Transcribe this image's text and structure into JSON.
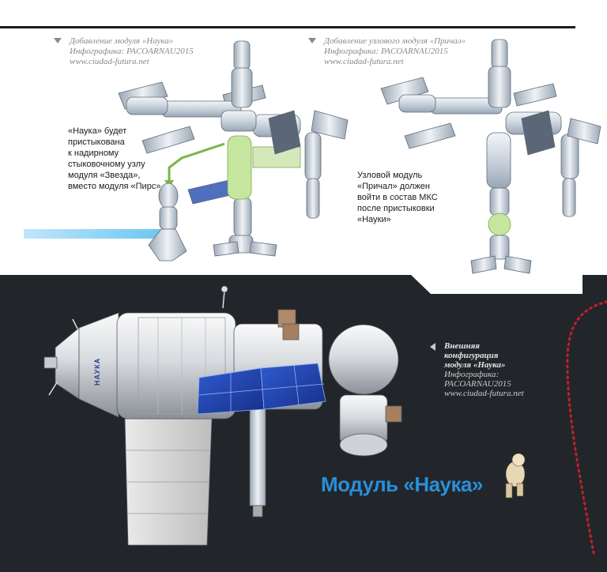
{
  "left_caption": {
    "line1": "Добавление модуля «Наука»",
    "line2": "Инфографика: PACOARNAU2015",
    "line3": "www.ciudad-futura.net"
  },
  "right_caption": {
    "line1": "Добавление узлового модуля «Причал»",
    "line2": "Инфографика: PACOARNAU2015",
    "line3": "www.ciudad-futura.net"
  },
  "nauka_note": [
    "«Наука» будет",
    "пристыкована",
    "к надирному",
    "стыковочному узлу",
    "модуля «Звезда»,",
    "вместо модуля «Пирс»"
  ],
  "prichal_note": [
    "Узловой модуль",
    "«Причал» должен",
    "войти в состав МКС",
    "после пристыковки",
    "«Науки»"
  ],
  "bottom_caption": {
    "bold1": "Внешняя",
    "bold2": "конфигурация",
    "bold3": "модуля «Наука»",
    "line4": "Инфографика:",
    "line5": "PACOARNAU2015",
    "line6": "www.ciudad-futura.net"
  },
  "module_label": "НАУКА",
  "main_title": "Модуль «Наука»",
  "colors": {
    "dark_bg": "#22262b",
    "accent_blue": "#2a8fd8",
    "highlight_green": "#c6e6a0",
    "arc_red": "#c0202a",
    "solar_blue": "#2345a8"
  }
}
